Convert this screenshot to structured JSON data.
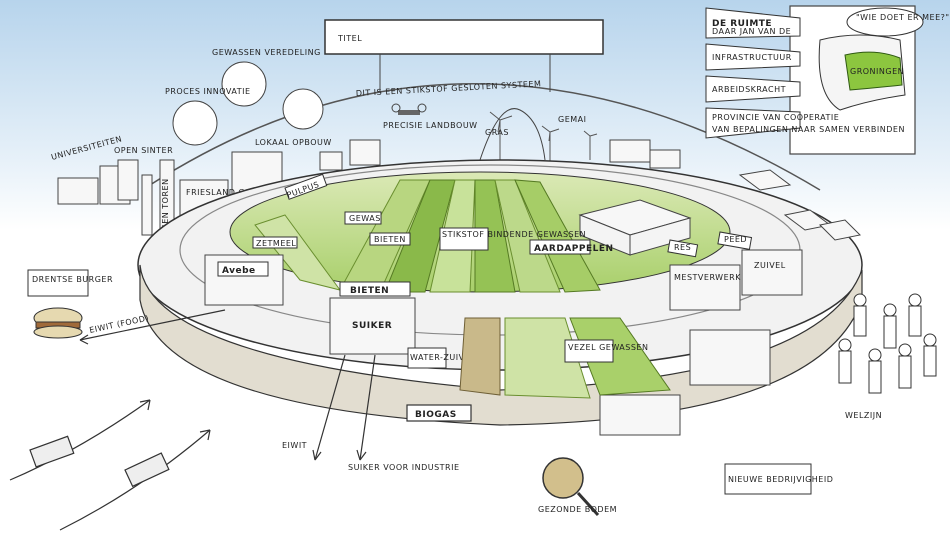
{
  "title_box": "TITEL",
  "dome_caption": "DIT IS EEN STIKSTOF GESLOTEN SYSTEEM",
  "bubbles": [
    {
      "label": "GEWASSEN VEREDELING"
    },
    {
      "label": "PROCES INNOVATIE"
    },
    {
      "label": "LOKAAL OPBOUW"
    }
  ],
  "background_labels": {
    "universiteiten": "UNIVERSITEITEN",
    "open_sinter": "OPEN SINTER",
    "drogen_toren": "DROGEN TOREN",
    "friesland": "FRIESLAND CAMPINA",
    "precisie": "PRECISIE LANDBOUW",
    "gras": "GRAS",
    "gemai": "GEMAI"
  },
  "field_signs": {
    "pulpus": "PULPUS",
    "gewas": "GEWAS",
    "zetmeel": "ZETMEEL",
    "bieten": "BIETEN",
    "stikstof": "STIKSTOF BINDENDE GEWASSEN",
    "aardappelen": "AARDAPPELEN",
    "res": "RES",
    "peed": "PEED"
  },
  "plants": {
    "avebe": "Avebe",
    "bieten_plant": "BIETEN",
    "suiker": "SUIKER",
    "mestverwerking": "MESTVERWERKING",
    "zuivel": "ZUIVEL",
    "waterzuivering": "WATER-ZUIVERING"
  },
  "fields": {
    "vezel": "VEZEL GEWASSEN"
  },
  "outputs": {
    "eiwit_food": "EIWIT (FOOD)",
    "eiwit": "EIWIT",
    "suiker_industrie": "SUIKER VOOR INDUSTRIE",
    "biogas": "BIOGAS"
  },
  "left_sign": "DRENTSE BURGER",
  "bottom_labels": {
    "gezonde_bodem": "GEZONDE BODEM",
    "nieuwe": "NIEUWE BEDRIJVIGHEID",
    "welzijn": "WELZIJN"
  },
  "panel": {
    "items": [
      "DE RUIMTE",
      "INFRASTRUCTUUR",
      "ARBEIDSKRACHT",
      "PROVINCIE VAN COOPERATIE"
    ],
    "sub_ruimte": "DAAR JAN VAN DE",
    "sub_cooperatie": "VAN BEPALINGEN NAAR SAMEN VERBINDEN",
    "bubble": "\"WIE DOET ER MEE?\"",
    "region": "GRONINGEN"
  },
  "colors": {
    "sky": "#cfe3f2",
    "grass": "#bcd98a",
    "grass_dark": "#7fb23c",
    "field_light": "#e6efc8",
    "soil": "#d9cfb6",
    "highlight": "#8cc63f"
  }
}
